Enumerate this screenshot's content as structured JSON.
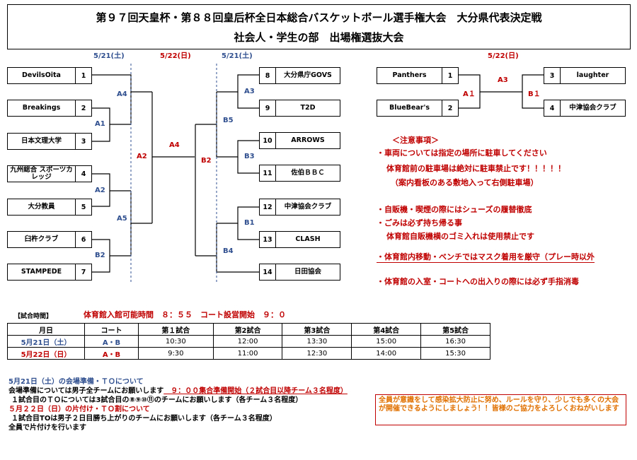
{
  "title": {
    "line1": "第９７回天皇杯・第８８回皇后杯全日本総合バスケットボール選手権大会　大分県代表決定戦",
    "line2": "社会人・学生の部　出場権選抜大会"
  },
  "dates": {
    "left_sat": "5/21(土)",
    "left_sun": "5/22(日)",
    "mid_sat": "5/21(土)",
    "right_sun": "5/22(日)"
  },
  "bracket_left": [
    {
      "name": "DevilsOita",
      "no": "1"
    },
    {
      "name": "Breakings",
      "no": "2"
    },
    {
      "name": "日本文理大学",
      "no": "3"
    },
    {
      "name": "九州総合 スポーツカレッジ",
      "no": "4"
    },
    {
      "name": "大分教員",
      "no": "5"
    },
    {
      "name": "臼杵クラブ",
      "no": "6"
    },
    {
      "name": "STAMPEDE",
      "no": "7"
    }
  ],
  "bracket_right": [
    {
      "name": "大分県庁GOVS",
      "no": "8"
    },
    {
      "name": "T2D",
      "no": "9"
    },
    {
      "name": "ARROWS",
      "no": "10"
    },
    {
      "name": "佐伯ＢＢＣ",
      "no": "11"
    },
    {
      "name": "中津協会クラブ",
      "no": "12"
    },
    {
      "name": "CLASH",
      "no": "13"
    },
    {
      "name": "日田協会",
      "no": "14"
    }
  ],
  "bracket_women": [
    {
      "name": "Panthers",
      "no": "1"
    },
    {
      "name": "BlueBear's",
      "no": "2"
    },
    {
      "name": "laughter",
      "no": "3"
    },
    {
      "name": "中津協会クラブ",
      "no": "4"
    }
  ],
  "labels": {
    "a1": "A1",
    "a2": "A2",
    "a3": "A3",
    "a4": "A4",
    "a5": "A5",
    "b1": "B1",
    "b2": "B2",
    "b4": "B4",
    "b5": "B5",
    "b3": "B3",
    "final_a4": "A4",
    "semi_a2": "A2",
    "semi_b2": "B2",
    "w_a1": "A１",
    "w_a3": "A3",
    "w_b1": "B１"
  },
  "notes": {
    "header": "＜注意事項＞",
    "n1": "・車両については指定の場所に駐車してください",
    "n2": "体育館前の駐車場は絶対に駐車禁止です！！！！！",
    "n3": "（案内看板のある敷地入って右側駐車場）",
    "n4": "・自販機・喫煙の際にはシューズの履替徹底",
    "n5": "・ごみは必ず持ち帰る事",
    "n6": "体育館自販機横のゴミ入れは使用禁止です",
    "n7": "・体育館内移動・ベンチではマスク着用を厳守（プレー時以外",
    "n8": "・体育館の入室・コートへの出入りの際には必ず手指消毒"
  },
  "schedule": {
    "label": "【試合時間】",
    "open_text": "体育館入館可能時間　８：５５　コート設営開始　９：０",
    "headers": [
      "月日",
      "コート",
      "第１試合",
      "第2試合",
      "第3試合",
      "第4試合",
      "第5試合"
    ],
    "rows": [
      [
        "5月21日（土）",
        "A・B",
        "10:30",
        "12:00",
        "13:30",
        "15:00",
        "16:30"
      ],
      [
        "5月22日（日）",
        "A・B",
        "9:30",
        "11:00",
        "12:30",
        "14:00",
        "15:30"
      ]
    ]
  },
  "bottom": {
    "l1": "5月21日（土）の会場準備・ＴＯについて",
    "l2a": "会場準備については男子全チームにお願いします",
    "l2b": "　９：００集合準備開始（２試合目以降チーム３名程度）",
    "l3": "１試合目のＴＯについては3試合目の⑧⑨⑩⑪のチームにお願いします（各チーム３名程度）",
    "l4": "５月２２日（日）の片付け・ＴＯ割について",
    "l5": "１試合目TOは男子２日目勝ち上がりのチームにお願いします（各チーム３名程度）",
    "l6": "全員で片付けを行います"
  },
  "message": "全員が意識をして感染拡大防止に努め、ルールを守り、少しでも多くの大会が開催できるようにしましょう！！皆様のご協力をよろしくおねがいします"
}
